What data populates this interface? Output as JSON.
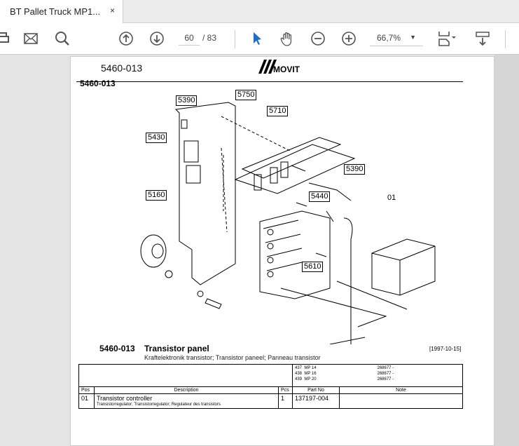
{
  "tab": {
    "title": "BT Pallet Truck MP1...",
    "close": "×"
  },
  "toolbar": {
    "page_current": "60",
    "page_total": "/ 83",
    "zoom": "66,7%"
  },
  "document": {
    "header_code": "5460-013",
    "logo_text": "MOVIT",
    "section_code": "5460-013",
    "callouts": [
      "5390",
      "5750",
      "5710",
      "5430",
      "5390",
      "5160",
      "5440",
      "01",
      "5610"
    ],
    "title_code": "5460-013",
    "title": "Transistor panel",
    "subtitle": "Kraftelektronik transistor; Transistor paneel; Panneau transistor",
    "date": "[1997-10-15]",
    "models": [
      {
        "num": "437",
        "model": "MP 14",
        "serial": "268677 -"
      },
      {
        "num": "438",
        "model": "MP 16",
        "serial": "268677 -"
      },
      {
        "num": "439",
        "model": "MP 20",
        "serial": "268677 -"
      }
    ],
    "columns": [
      "Pos",
      "Description",
      "Pcs",
      "Part No",
      "Note"
    ],
    "rows": [
      {
        "pos": "01",
        "desc": "Transistor controller",
        "desc2": "Transistorregulator; Transistorregulator; Regulateur des transistors",
        "pcs": "1",
        "part": "137197-004",
        "note": ""
      }
    ]
  }
}
